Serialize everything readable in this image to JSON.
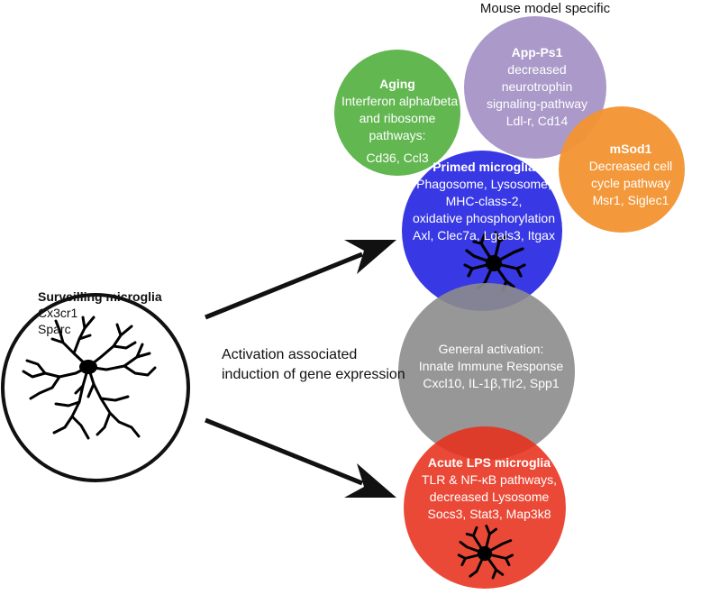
{
  "header": {
    "text": "Mouse model specific"
  },
  "surveilling": {
    "title": "Surveilling microglia",
    "lines": [
      "Cx3cr1",
      "Sparc"
    ]
  },
  "activation_text": {
    "lines": [
      "Activation associated",
      "induction of gene expression"
    ]
  },
  "aging": {
    "title": "Aging",
    "lines": [
      "Interferon alpha/beta",
      "and ribosome",
      "pathways:",
      "Cd36, Ccl3"
    ],
    "color": "#5cb44a"
  },
  "app_ps1": {
    "title": "App-Ps1",
    "lines": [
      "decreased",
      "neurotrophin",
      "signaling-pathway",
      "Ldl-r, Cd14"
    ],
    "color": "#9b87c0"
  },
  "msod1": {
    "title": "mSod1",
    "lines": [
      "Decreased cell",
      "cycle pathway",
      "Msr1, Siglec1"
    ],
    "color": "#f39433"
  },
  "primed": {
    "title": "Primed microglia",
    "lines": [
      "Phagosome, Lysosome,",
      "MHC-class-2,",
      "oxidative phosphorylation",
      "Axl, Clec7a, Lgals3, Itgax"
    ],
    "color": "#2727e3"
  },
  "general": {
    "lines": [
      "General activation:",
      "Innate Immune Response",
      "Cxcl10, IL-1β,Tlr2, Spp1"
    ],
    "color": "#8c8c8c"
  },
  "lps": {
    "title": "Acute LPS microglia",
    "lines": [
      "TLR & NF-κB pathways,",
      "decreased Lysosome",
      "Socs3, Stat3, Map3k8"
    ],
    "color": "#e8301b"
  }
}
